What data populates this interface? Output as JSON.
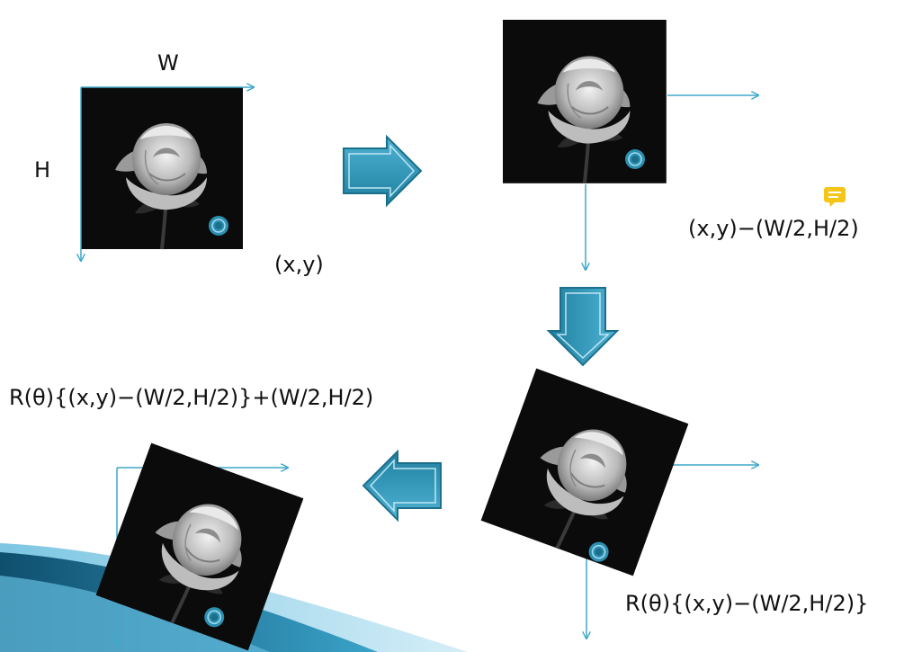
{
  "labels": {
    "width": "W",
    "height": "H",
    "point": "(x,y)",
    "translated": "(x,y)−(W/2,H/2)",
    "rotated": "R(θ){(x,y)−(W/2,H/2)}",
    "final": "R(θ){(x,y)−(W/2,H/2)}+(W/2,H/2)"
  },
  "icons": {
    "step_arrow": "block-arrow-icon",
    "pivot_marker": "circle-target-icon",
    "comment": "comment-icon",
    "image": "rose-photo"
  },
  "colors": {
    "accent": "#2b8fb0",
    "accent_dark": "#1c6f8a",
    "axis": "#3fa8c8",
    "comment": "#f5c518",
    "background": "#ffffff",
    "photo_bg": "#0b0b0b"
  }
}
